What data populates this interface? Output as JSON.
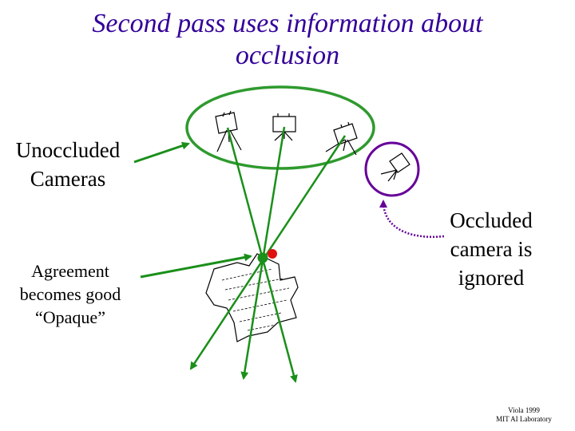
{
  "slide": {
    "title_line1": "Second pass uses information about",
    "title_line2": "occlusion"
  },
  "labels": {
    "unoccluded_line1": "Unoccluded",
    "unoccluded_line2": "Cameras",
    "agreement_line1": "Agreement",
    "agreement_line2": "becomes good",
    "agreement_line3": "“Opaque”",
    "occluded_line1": "Occluded",
    "occluded_line2": "camera is",
    "occluded_line3": "ignored"
  },
  "footer": {
    "line1": "Viola 1999",
    "line2": "MIT AI Laboratory"
  },
  "colors": {
    "title": "#330099",
    "ray": "#1a8f1a",
    "ellipse": "#2e9a2e",
    "occluded_circle": "#660099",
    "point_green": "#1a8f1a",
    "point_red": "#e01010"
  }
}
